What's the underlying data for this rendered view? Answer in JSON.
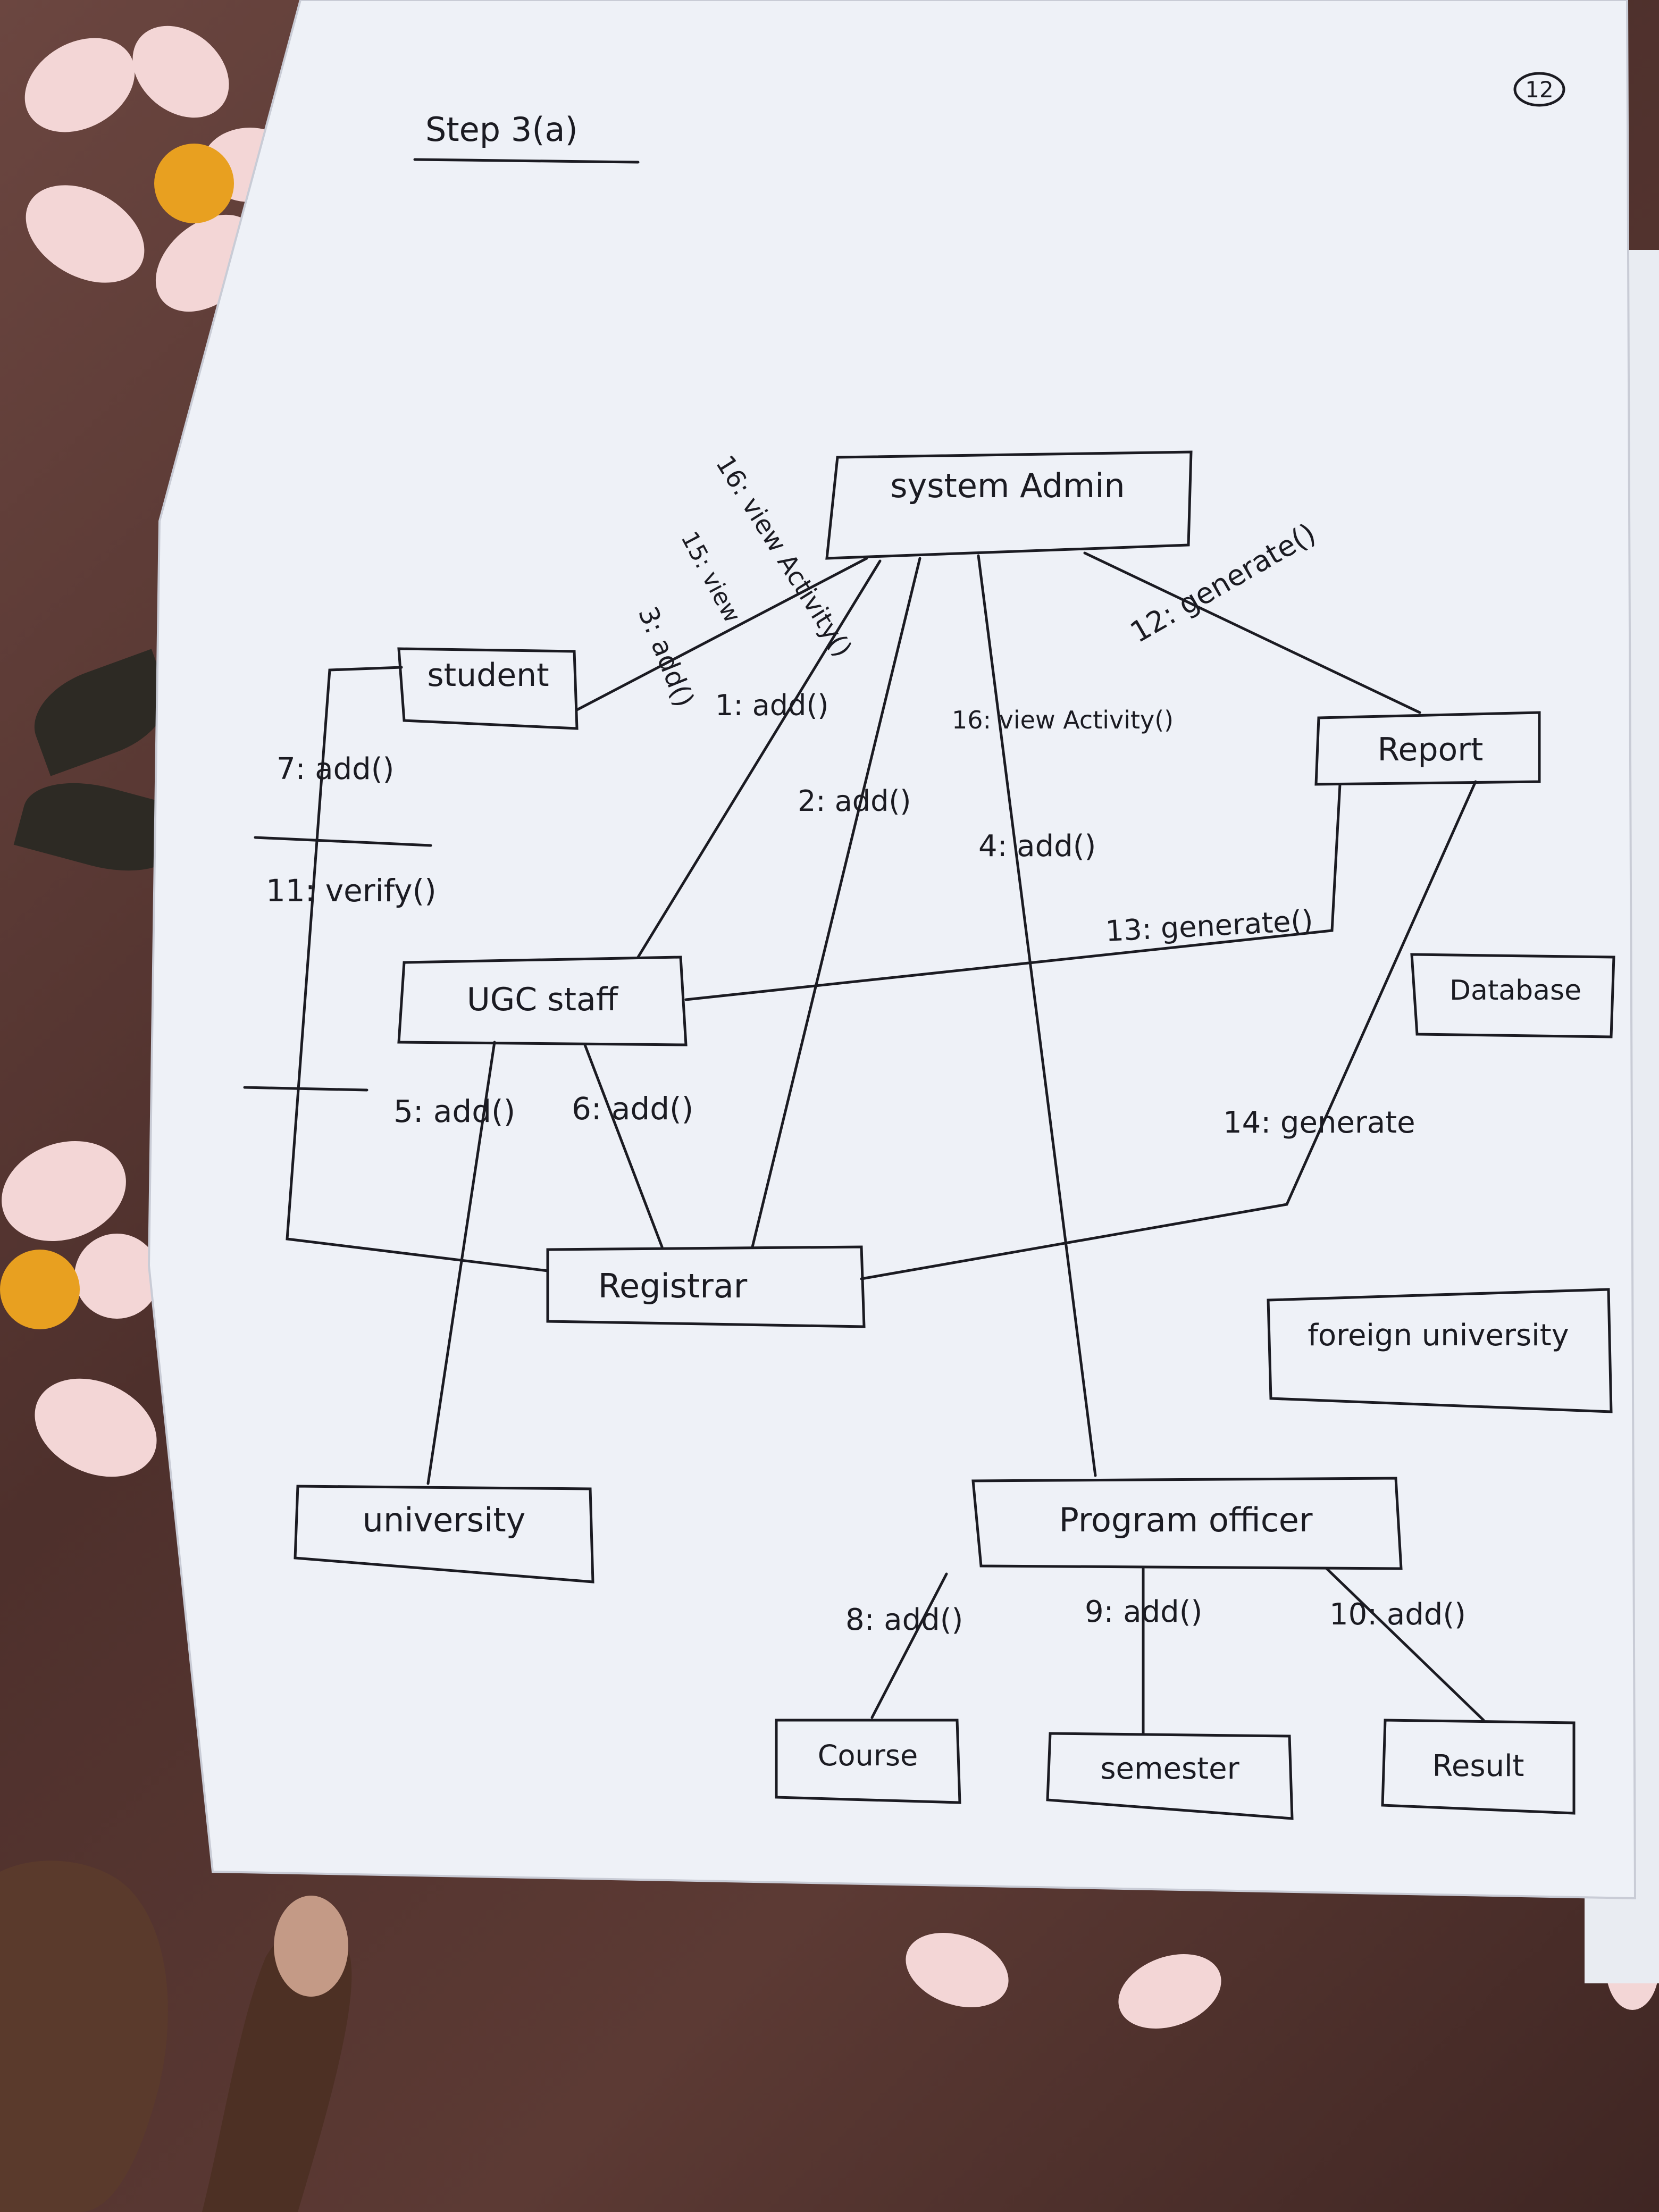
{
  "page": {
    "title": "Step 3(a)",
    "page_number": "12"
  },
  "nodes": {
    "system_admin": "system Admin",
    "student": "student",
    "report": "Report",
    "ugc_staff": "UGC staff",
    "database": "Database",
    "registrar": "Registrar",
    "foreign_university": "foreign university",
    "university": "university",
    "program_officer": "Program officer",
    "course": "Course",
    "semester": "semester",
    "result": "Result"
  },
  "messages": {
    "m1": "1: add()",
    "m2": "2: add()",
    "m3": "3: add()",
    "m4": "4: add()",
    "m5": "5: add()",
    "m6": "6: add()",
    "m7": "7: add()",
    "m8": "8: add()",
    "m9": "9: add()",
    "m10": "10: add()",
    "m11": "11: verify()",
    "m12": "12: generate()",
    "m13": "13: generate()",
    "m14": "14: generate",
    "m15": "15: view",
    "m16a": "16: view Activity()",
    "m16b": "16: view Activity()"
  },
  "colors": {
    "paper": "#eef1f7",
    "ink": "#1b1b22",
    "cloth": "#5a3a35"
  }
}
